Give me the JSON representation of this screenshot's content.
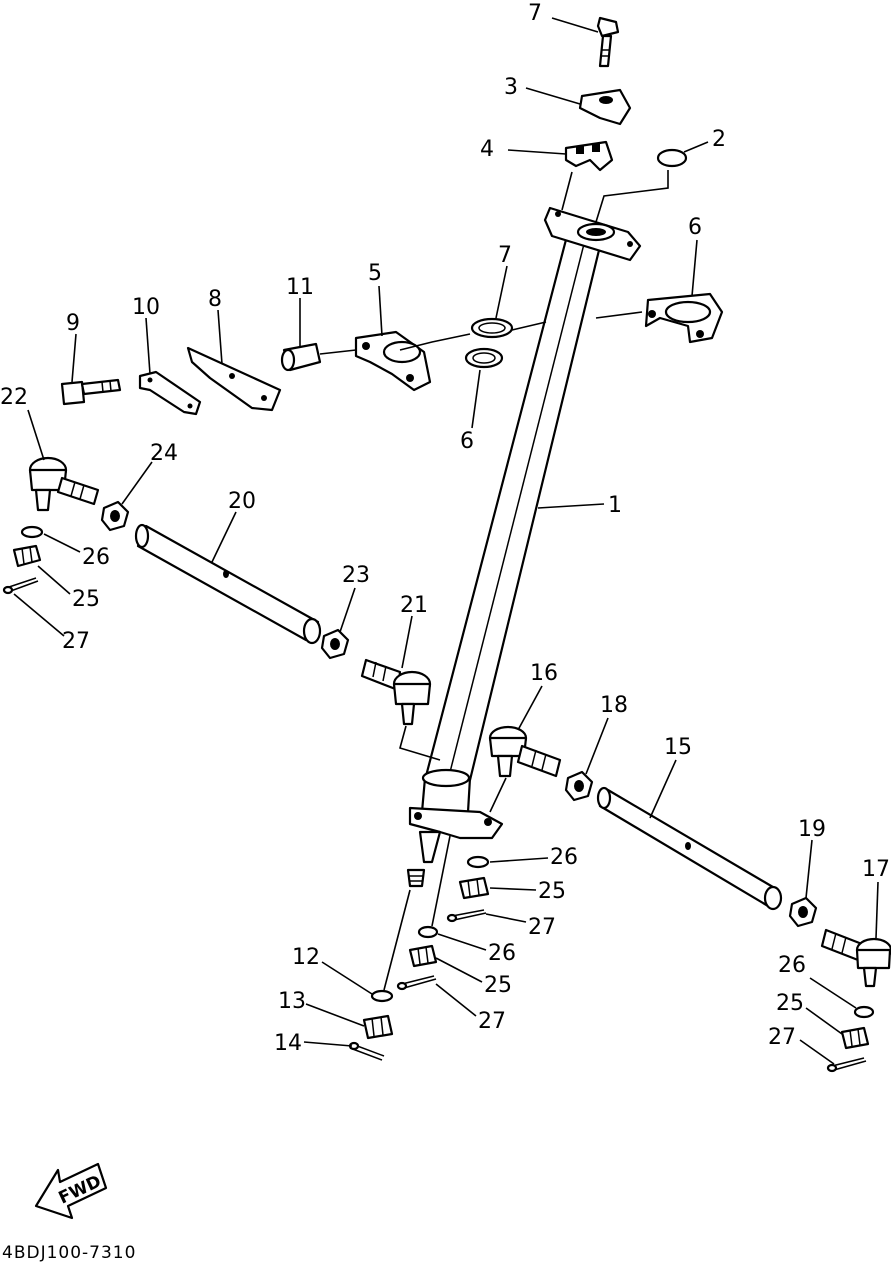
{
  "diagram": {
    "drawing_code": "4BDJ100-7310",
    "direction_label": "FWD",
    "callouts": [
      "1",
      "2",
      "3",
      "4",
      "5",
      "6",
      "6",
      "7",
      "7",
      "8",
      "9",
      "10",
      "11",
      "12",
      "13",
      "14",
      "15",
      "16",
      "17",
      "18",
      "19",
      "20",
      "21",
      "22",
      "23",
      "24",
      "25",
      "25",
      "25",
      "25",
      "26",
      "26",
      "26",
      "26",
      "27",
      "27",
      "27",
      "27"
    ]
  }
}
